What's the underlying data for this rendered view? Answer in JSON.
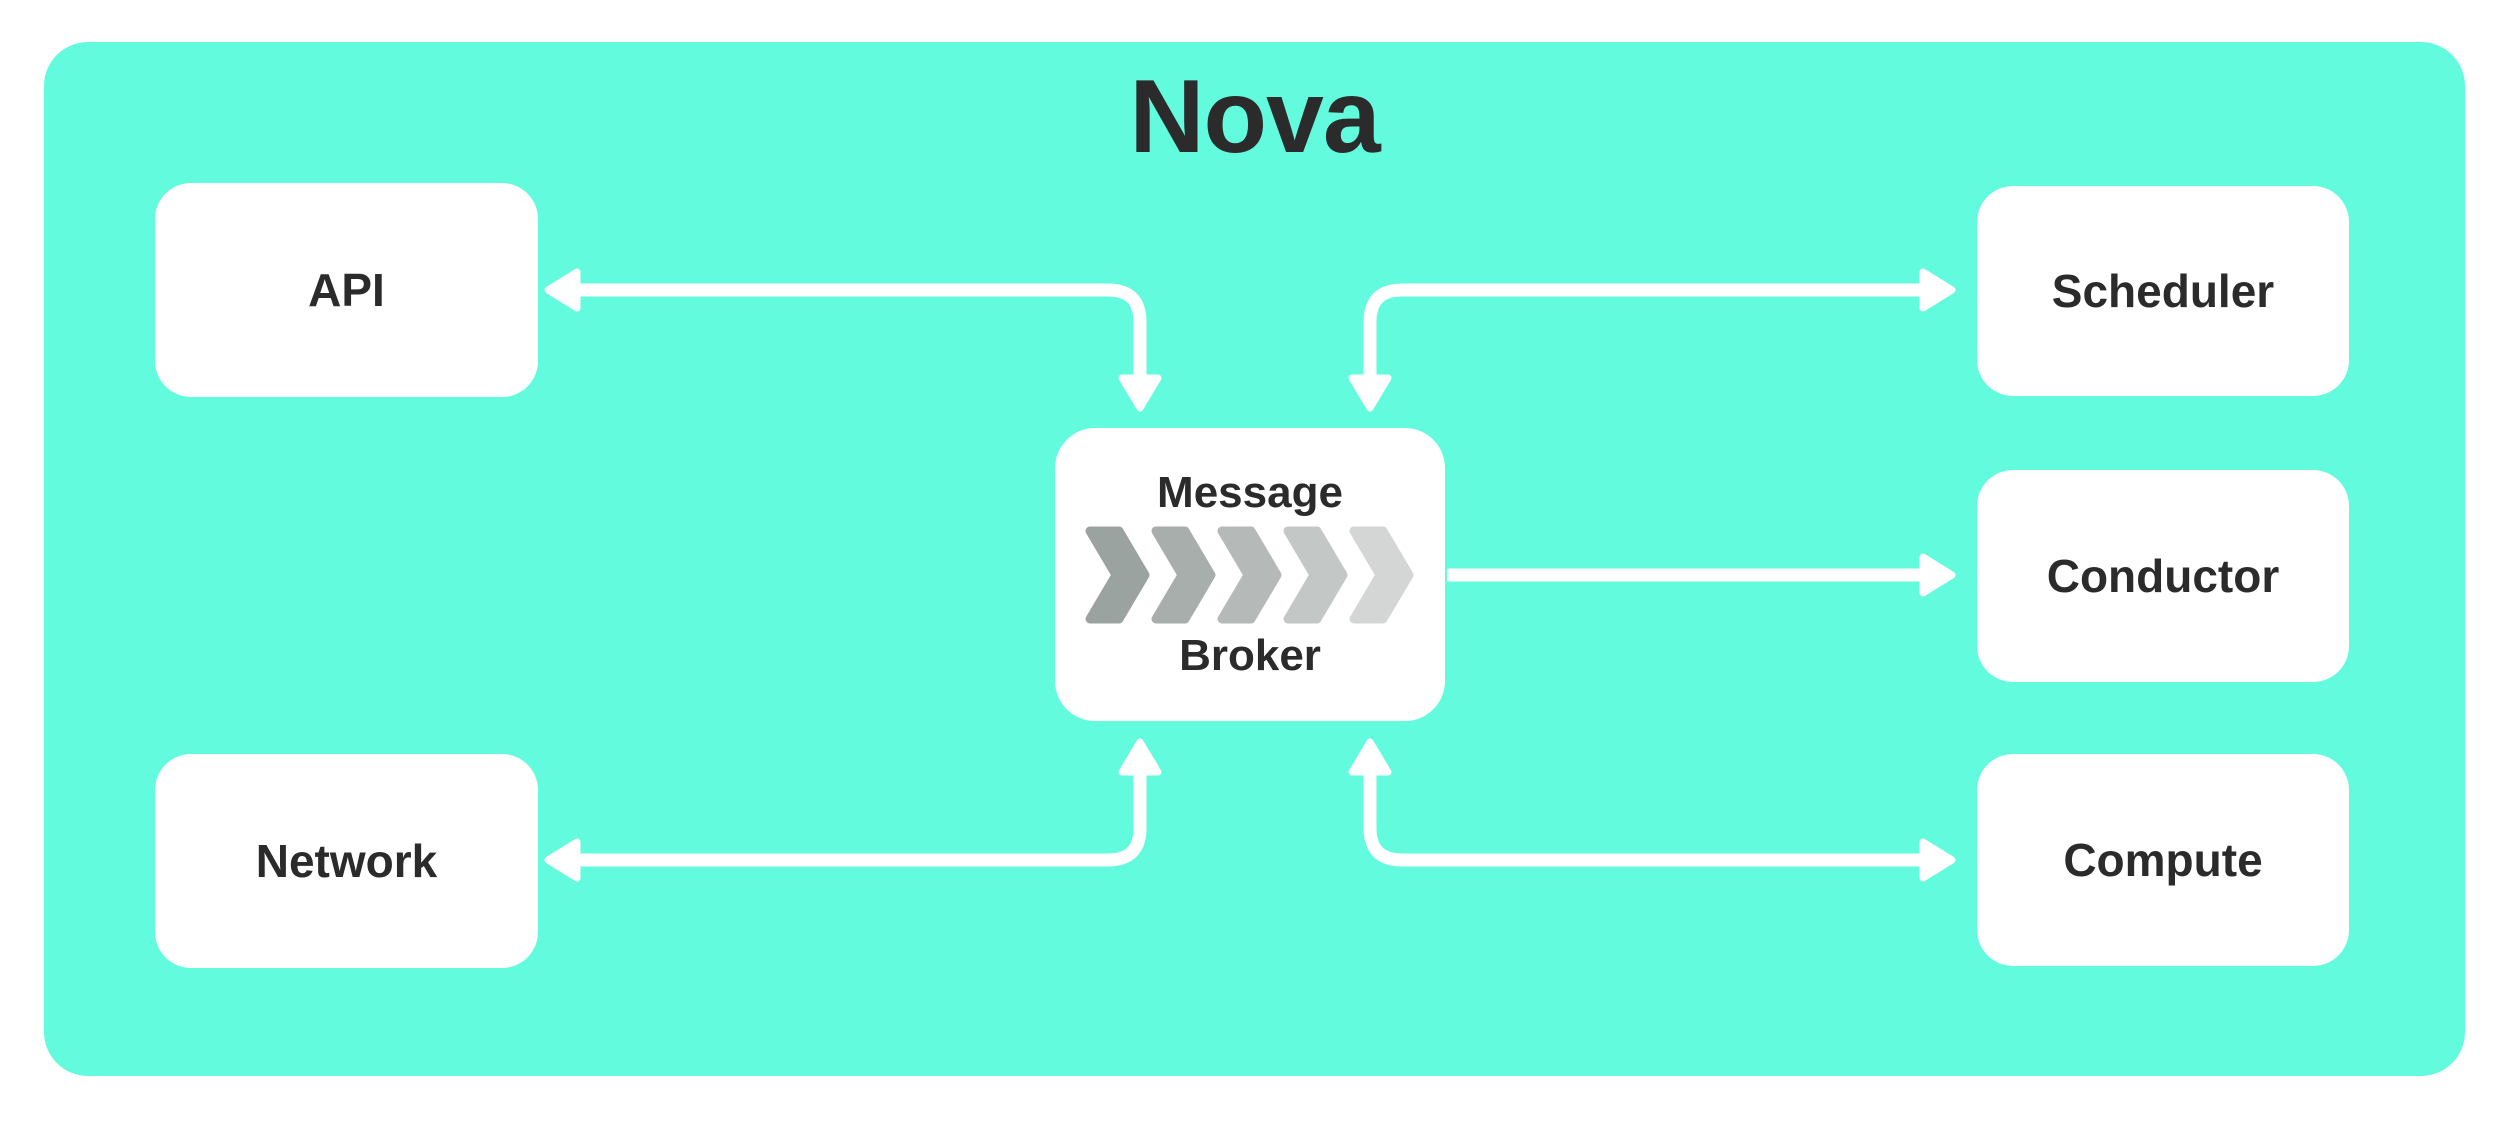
{
  "title": "Nova",
  "colors": {
    "panel_background": "#62fbdd",
    "node_background": "#ffffff",
    "text": "#2b2b2b",
    "arrow": "#ffffff"
  },
  "nodes": {
    "api": {
      "label": "API"
    },
    "network": {
      "label": "Network"
    },
    "scheduler": {
      "label": "Scheduler"
    },
    "conductor": {
      "label": "Conductor"
    },
    "compute": {
      "label": "Compute"
    },
    "message_broker": {
      "label_line1": "Message",
      "label_line2": "Broker"
    }
  },
  "icons": {
    "message_queue": {
      "name": "chevron-flow-icon",
      "chevron_colors": [
        "#9ba3a1",
        "#a8aeac",
        "#b5bab8",
        "#c3c7c5",
        "#d4d6d5"
      ]
    }
  },
  "edges": [
    {
      "from": "api",
      "to": "message_broker",
      "style": "elbow",
      "arrowheads": "both"
    },
    {
      "from": "message_broker",
      "to": "scheduler",
      "style": "elbow",
      "arrowheads": "both"
    },
    {
      "from": "message_broker",
      "to": "conductor",
      "style": "straight",
      "arrowheads": "end"
    },
    {
      "from": "network",
      "to": "message_broker",
      "style": "elbow",
      "arrowheads": "both"
    },
    {
      "from": "message_broker",
      "to": "compute",
      "style": "elbow",
      "arrowheads": "both"
    }
  ]
}
